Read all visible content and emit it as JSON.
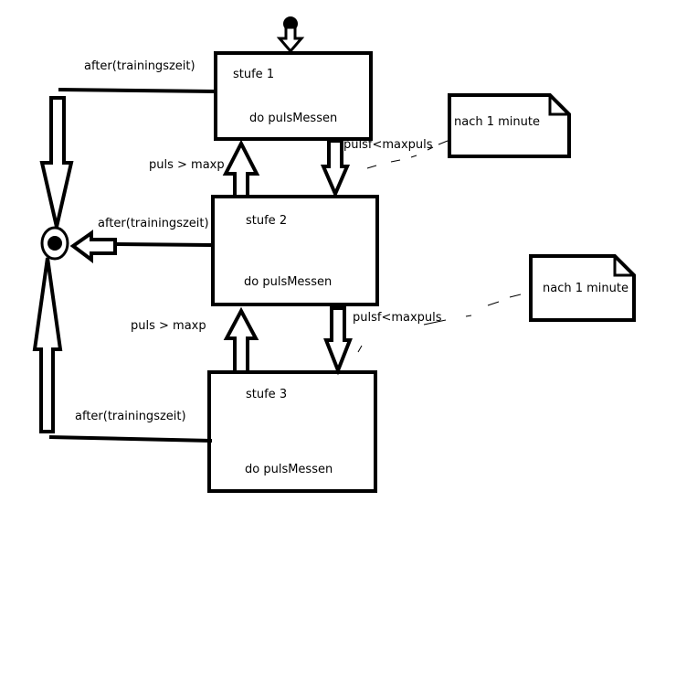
{
  "states": [
    {
      "name": "stufe 1",
      "activity": "do pulsMessen"
    },
    {
      "name": "stufe 2",
      "activity": "do pulsMessen"
    },
    {
      "name": "stufe 3",
      "activity": "do pulsMessen"
    }
  ],
  "transitions": {
    "after_1": "after(trainingszeit)",
    "after_2": "after(trainingszeit)",
    "after_3": "after(trainingszeit)",
    "up_1": "puls > maxp",
    "up_2": "puls > maxp",
    "down_1": "pulsf<maxpuls",
    "down_2": "pulsf<maxpuls"
  },
  "notes": [
    {
      "text": "nach 1 minute"
    },
    {
      "text": "nach 1 minute"
    }
  ]
}
